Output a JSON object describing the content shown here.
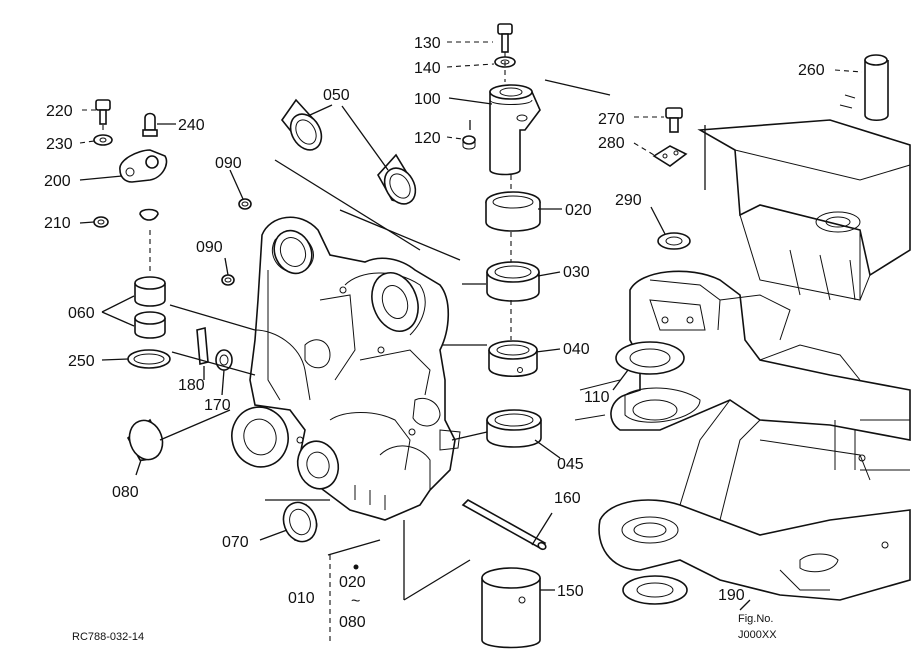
{
  "diagram": {
    "figure_code": "RC788-032-14",
    "fig_no_line1": "Fig.No.",
    "fig_no_line2": "J000XX",
    "range_from": "020",
    "range_tilde": "~",
    "range_to": "080",
    "part_numbers": [
      "010",
      "020",
      "030",
      "040",
      "045",
      "050",
      "060",
      "070",
      "080",
      "090",
      "090",
      "100",
      "110",
      "120",
      "130",
      "140",
      "150",
      "160",
      "170",
      "180",
      "190",
      "200",
      "210",
      "220",
      "230",
      "240",
      "250",
      "260",
      "270",
      "280",
      "290"
    ]
  }
}
